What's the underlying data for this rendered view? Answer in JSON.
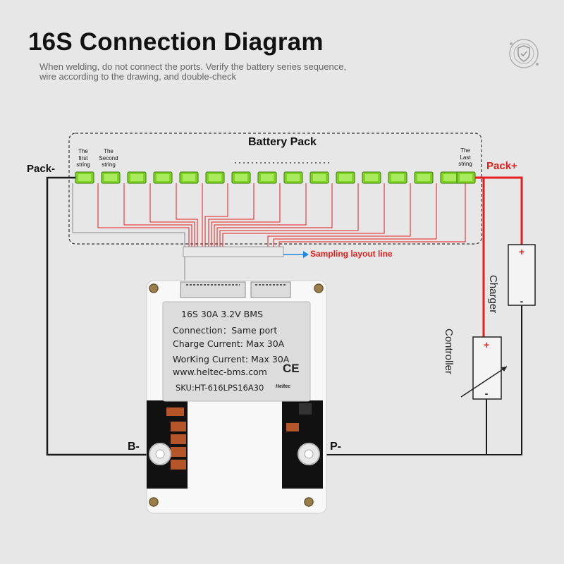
{
  "header": {
    "title": "16S Connection Diagram",
    "subtitle_line1": "When welding, do not connect the ports. Verify the battery series sequence,",
    "subtitle_line2": "wire according to the drawing, and double-check"
  },
  "battery_pack": {
    "title": "Battery Pack",
    "cell_count": 16,
    "first_label": [
      "The",
      "first",
      "string"
    ],
    "second_label": [
      "The",
      "Second",
      "string"
    ],
    "last_label": [
      "The",
      "Last",
      "string"
    ]
  },
  "terminals": {
    "pack_minus": "Pack-",
    "pack_plus": "Pack+",
    "b_minus": "B-",
    "p_minus": "P-"
  },
  "sampling": {
    "label": "Sampling layout line"
  },
  "devices": {
    "charger": "Charger",
    "controller": "Controller",
    "plus": "+",
    "minus": "-"
  },
  "bms_label": {
    "line1": "16S 30A 3.2V BMS",
    "line2": "Connection：Same port",
    "line3": "Charge Current:  Max 30A",
    "line4": "WorKing Current:  Max 30A",
    "line5": "www.heltec-bms.com",
    "line6": "SKU:HT-616LPS16A30",
    "ce": "CE",
    "logo": "Heltec"
  },
  "colors": {
    "wire_red": "#e51e1e",
    "wire_black": "#1a1a1a",
    "cell_green": "#7ed321",
    "arrow_blue": "#1e88e5",
    "background": "#e7e7e7"
  }
}
